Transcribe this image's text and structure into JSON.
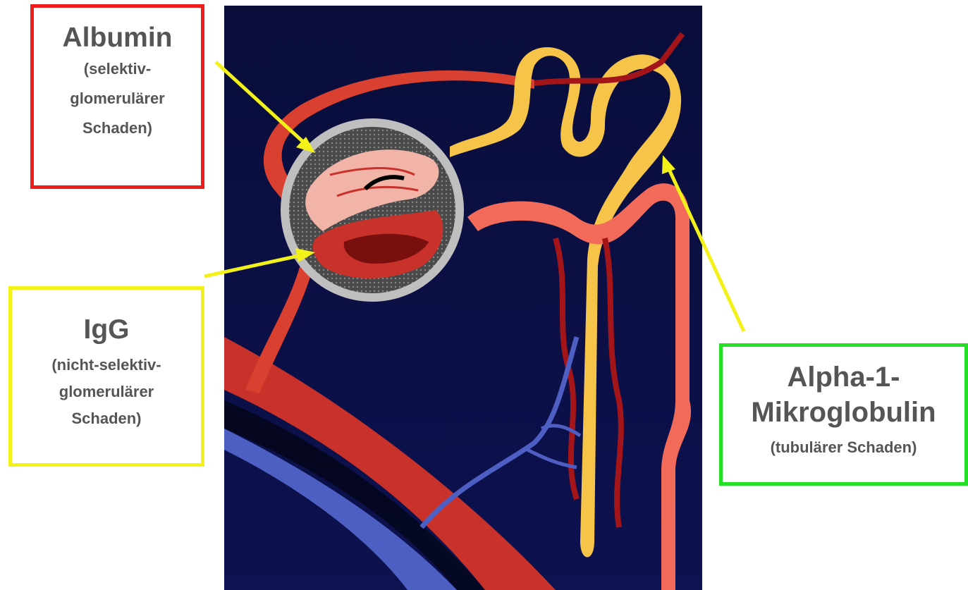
{
  "colors": {
    "albumin_border": "#ef1c1c",
    "igg_border": "#f2f21a",
    "alpha_border": "#24e024",
    "arrow": "#f2f21a",
    "label_text": "#555555",
    "illustration_background": "#0b0f45"
  },
  "illustration": {
    "subject": "nephron"
  },
  "callouts": {
    "albumin": {
      "title": "Albumin",
      "lines": [
        "(selektiv-",
        "glomerulärer",
        "Schaden)"
      ]
    },
    "igg": {
      "title": "IgG",
      "lines": [
        "(nicht-selektiv-",
        "glomerulärer",
        "Schaden)"
      ]
    },
    "alpha": {
      "title_lines": [
        "Alpha-1-",
        "Mikroglobulin"
      ],
      "sub": "(tubulärer Schaden)"
    }
  }
}
